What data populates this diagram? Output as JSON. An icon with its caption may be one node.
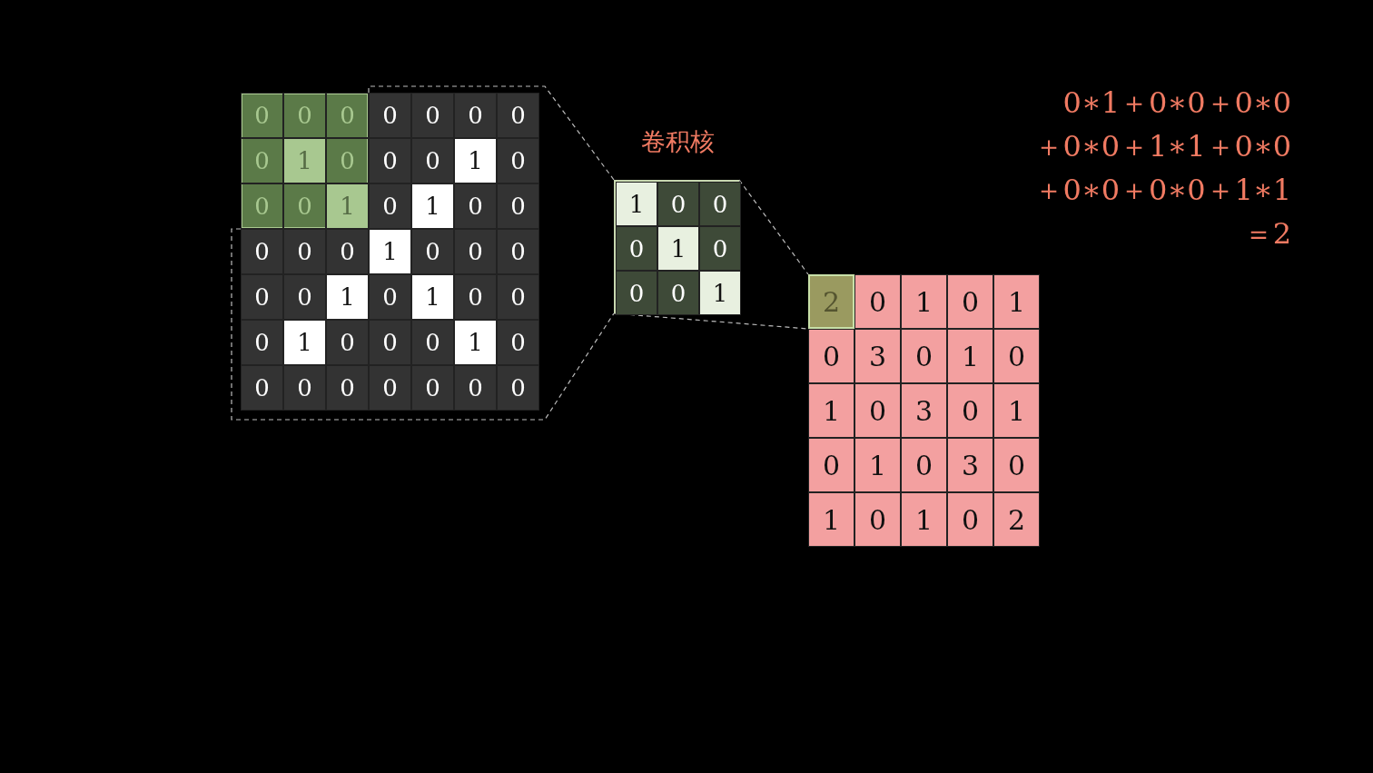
{
  "diagram": {
    "nodes": [
      {
        "text": [],
        "shape": "box"
      },
      {
        "text": [],
        "shape": "box",
        "in": 0
      },
      {
        "text": [
          "0"
        ],
        "in": 1
      },
      {
        "text": [
          "0"
        ],
        "in": 1
      },
      {
        "text": [
          "0"
        ],
        "in": 1
      },
      {
        "text": [
          "0"
        ],
        "in": 0
      },
      {
        "text": [
          "0"
        ],
        "in": 0
      },
      {
        "text": [
          "0"
        ],
        "in": 0
      },
      {
        "text": [
          "0"
        ],
        "in": 0
      },
      {
        "text": [
          "0"
        ],
        "in": 1
      },
      {
        "text": [
          "1"
        ],
        "in": 1
      },
      {
        "text": [
          "0"
        ],
        "in": 1
      },
      {
        "text": [
          "0"
        ],
        "in": 0
      },
      {
        "text": [
          "0"
        ],
        "in": 0
      },
      {
        "text": [
          "1"
        ],
        "in": 0
      },
      {
        "text": [
          "0"
        ],
        "in": 0
      },
      {
        "text": [
          "0"
        ],
        "in": 1
      },
      {
        "text": [
          "0"
        ],
        "in": 1
      },
      {
        "text": [
          "1"
        ],
        "in": 1
      },
      {
        "text": [
          "0"
        ],
        "in": 0
      },
      {
        "text": [
          "1"
        ],
        "in": 0
      },
      {
        "text": [
          "0"
        ],
        "in": 0
      },
      {
        "text": [
          "0"
        ],
        "in": 0
      },
      {
        "text": [
          "0"
        ],
        "in": 0
      },
      {
        "text": [
          "0"
        ],
        "in": 0
      },
      {
        "text": [
          "0"
        ],
        "in": 0
      },
      {
        "text": [
          "1"
        ],
        "in": 0
      },
      {
        "text": [
          "0"
        ],
        "in": 0
      },
      {
        "text": [
          "0"
        ],
        "in": 0
      },
      {
        "text": [
          "0"
        ],
        "in": 0
      },
      {
        "text": [
          "0"
        ],
        "in": 0
      },
      {
        "text": [
          "0"
        ],
        "in": 0
      },
      {
        "text": [
          "1"
        ],
        "in": 0
      },
      {
        "text": [
          "0"
        ],
        "in": 0
      },
      {
        "text": [
          "1"
        ],
        "in": 0
      },
      {
        "text": [
          "0"
        ],
        "in": 0
      },
      {
        "text": [
          "0"
        ],
        "in": 0
      },
      {
        "text": [
          "0"
        ],
        "in": 0
      },
      {
        "text": [
          "1"
        ],
        "in": 0
      },
      {
        "text": [
          "0"
        ],
        "in": 0
      },
      {
        "text": [
          "0"
        ],
        "in": 0
      },
      {
        "text": [
          "0"
        ],
        "in": 0
      },
      {
        "text": [
          "1"
        ],
        "in": 0
      },
      {
        "text": [
          "0"
        ],
        "in": 0
      },
      {
        "text": [
          "0"
        ],
        "in": 0
      },
      {
        "text": [
          "0"
        ],
        "in": 0
      },
      {
        "text": [
          "0"
        ],
        "in": 0
      },
      {
        "text": [
          "0"
        ],
        "in": 0
      },
      {
        "text": [
          "0"
        ],
        "in": 0
      },
      {
        "text": [
          "0"
        ],
        "in": 0
      },
      {
        "text": [
          "0"
        ],
        "in": 0
      },
      {
        "text": [],
        "shape": "box",
        "beside": [
          "卷积核"
        ]
      },
      {
        "text": [
          "1"
        ],
        "in": 51
      },
      {
        "text": [
          "0"
        ],
        "in": 51
      },
      {
        "text": [
          "0"
        ],
        "in": 51
      },
      {
        "text": [
          "0"
        ],
        "in": 51
      },
      {
        "text": [
          "1"
        ],
        "in": 51
      },
      {
        "text": [
          "0"
        ],
        "in": 51
      },
      {
        "text": [
          "0"
        ],
        "in": 51
      },
      {
        "text": [
          "0"
        ],
        "in": 51
      },
      {
        "text": [
          "1"
        ],
        "in": 51
      },
      {
        "text": [],
        "shape": "box"
      },
      {
        "text": [
          "2"
        ],
        "in": 61
      },
      {
        "text": [
          "0"
        ],
        "in": 61
      },
      {
        "text": [
          "1"
        ],
        "in": 61
      },
      {
        "text": [
          "0"
        ],
        "in": 61
      },
      {
        "text": [
          "1"
        ],
        "in": 61
      },
      {
        "text": [
          "0"
        ],
        "in": 61
      },
      {
        "text": [
          "3"
        ],
        "in": 61
      },
      {
        "text": [
          "0"
        ],
        "in": 61
      },
      {
        "text": [
          "1"
        ],
        "in": 61
      },
      {
        "text": [
          "0"
        ],
        "in": 61
      },
      {
        "text": [
          "1"
        ],
        "in": 61
      },
      {
        "text": [
          "0"
        ],
        "in": 61
      },
      {
        "text": [
          "3"
        ],
        "in": 61
      },
      {
        "text": [
          "0"
        ],
        "in": 61
      },
      {
        "text": [
          "1"
        ],
        "in": 61
      },
      {
        "text": [
          "0"
        ],
        "in": 61
      },
      {
        "text": [
          "1"
        ],
        "in": 61
      },
      {
        "text": [
          "0"
        ],
        "in": 61
      },
      {
        "text": [
          "3"
        ],
        "in": 61
      },
      {
        "text": [
          "0"
        ],
        "in": 61
      },
      {
        "text": [
          "1"
        ],
        "in": 61
      },
      {
        "text": [
          "0"
        ],
        "in": 61
      },
      {
        "text": [
          "1"
        ],
        "in": 61
      },
      {
        "text": [
          "0"
        ],
        "in": 61
      },
      {
        "text": [
          "2"
        ],
        "in": 61
      }
    ],
    "edges": [
      {
        "from": 1,
        "to": 51,
        "arrow": "none",
        "style": "dashed"
      },
      {
        "from": 1,
        "to": 51,
        "arrow": "none",
        "style": "dashed"
      },
      {
        "from": 51,
        "to": 62,
        "arrow": "none",
        "style": "dashed"
      },
      {
        "from": 51,
        "to": 62,
        "arrow": "none",
        "style": "dashed"
      }
    ],
    "labels": [
      "0∗1＋0∗0＋0∗0",
      "＋0∗0＋1∗1＋0∗0",
      "＋0∗0＋0∗0＋1∗1",
      "＝2"
    ]
  }
}
